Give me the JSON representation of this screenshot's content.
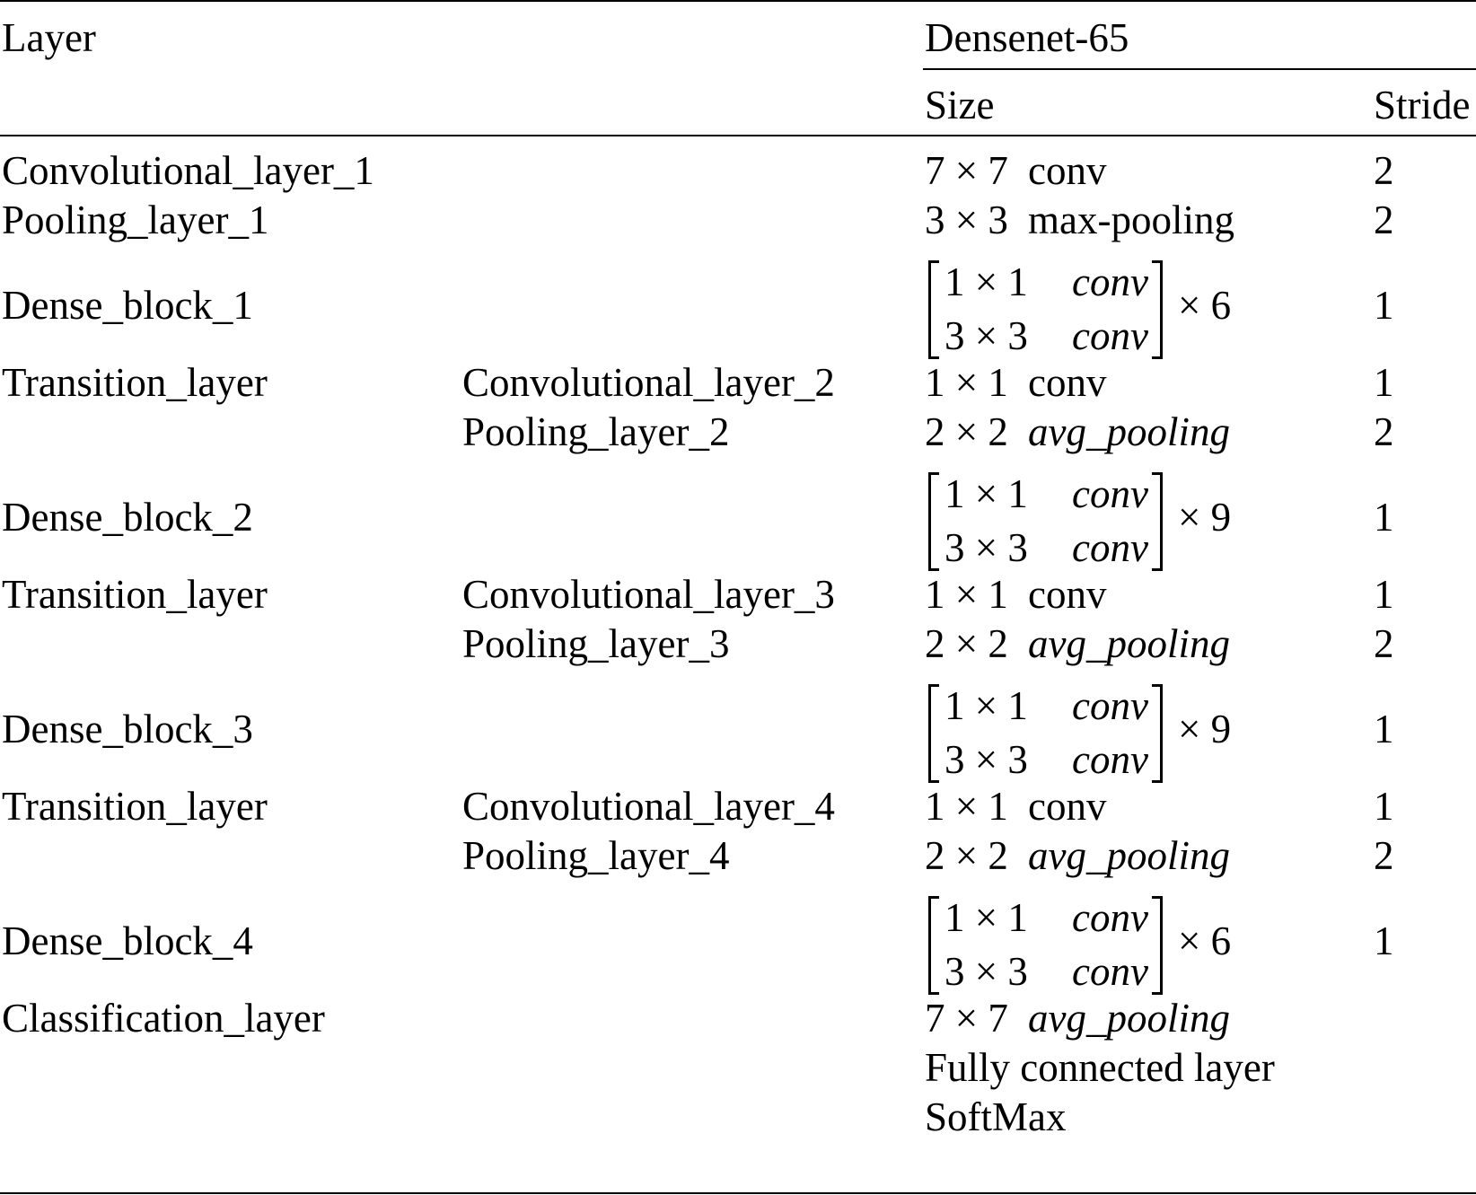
{
  "table": {
    "header": {
      "layer": "Layer",
      "group": "Densenet-65",
      "size": "Size",
      "stride": "Stride"
    },
    "rows": [
      {
        "kind": "simple",
        "layer": "Convolutional_layer_1",
        "sub": "",
        "size": "7 × 7",
        "op": "conv",
        "op_italic": false,
        "stride": "2"
      },
      {
        "kind": "simple",
        "layer": "Pooling_layer_1",
        "sub": "",
        "size": "3 × 3",
        "op": "max-pooling",
        "op_italic": false,
        "stride": "2"
      },
      {
        "kind": "block",
        "layer": "Dense_block_1",
        "m1_size": "1 × 1",
        "m1_op": "conv",
        "m2_size": "3 × 3",
        "m2_op": "conv",
        "repeat": "× 6",
        "stride": "1"
      },
      {
        "kind": "simple",
        "layer": "Transition_layer",
        "sub": "Convolutional_layer_2",
        "size": "1 × 1",
        "op": "conv",
        "op_italic": false,
        "stride": "1"
      },
      {
        "kind": "simple",
        "layer": "",
        "sub": "Pooling_layer_2",
        "size": "2 × 2",
        "op": "avg_pooling",
        "op_italic": true,
        "stride": "2"
      },
      {
        "kind": "block",
        "layer": "Dense_block_2",
        "m1_size": "1 × 1",
        "m1_op": "conv",
        "m2_size": "3 × 3",
        "m2_op": "conv",
        "repeat": "× 9",
        "stride": "1"
      },
      {
        "kind": "simple",
        "layer": "Transition_layer",
        "sub": "Convolutional_layer_3",
        "size": "1 × 1",
        "op": "conv",
        "op_italic": false,
        "stride": "1"
      },
      {
        "kind": "simple",
        "layer": "",
        "sub": "Pooling_layer_3",
        "size": "2 × 2",
        "op": "avg_pooling",
        "op_italic": true,
        "stride": "2"
      },
      {
        "kind": "block",
        "layer": "Dense_block_3",
        "m1_size": "1 × 1",
        "m1_op": "conv",
        "m2_size": "3 × 3",
        "m2_op": "conv",
        "repeat": "× 9",
        "stride": "1"
      },
      {
        "kind": "simple",
        "layer": "Transition_layer",
        "sub": "Convolutional_layer_4",
        "size": "1 × 1",
        "op": "conv",
        "op_italic": false,
        "stride": "1"
      },
      {
        "kind": "simple",
        "layer": "",
        "sub": "Pooling_layer_4",
        "size": "2 × 2",
        "op": "avg_pooling",
        "op_italic": true,
        "stride": "2"
      },
      {
        "kind": "block",
        "layer": "Dense_block_4",
        "m1_size": "1 × 1",
        "m1_op": "conv",
        "m2_size": "3 × 3",
        "m2_op": "conv",
        "repeat": "× 6",
        "stride": "1"
      },
      {
        "kind": "simple",
        "layer": "Classification_layer",
        "sub": "",
        "size": "7 × 7",
        "op": "avg_pooling",
        "op_italic": true,
        "stride": ""
      },
      {
        "kind": "text",
        "layer": "",
        "sub": "",
        "text": "Fully connected layer",
        "stride": ""
      },
      {
        "kind": "text",
        "layer": "",
        "sub": "",
        "text": "SoftMax",
        "stride": ""
      }
    ]
  }
}
